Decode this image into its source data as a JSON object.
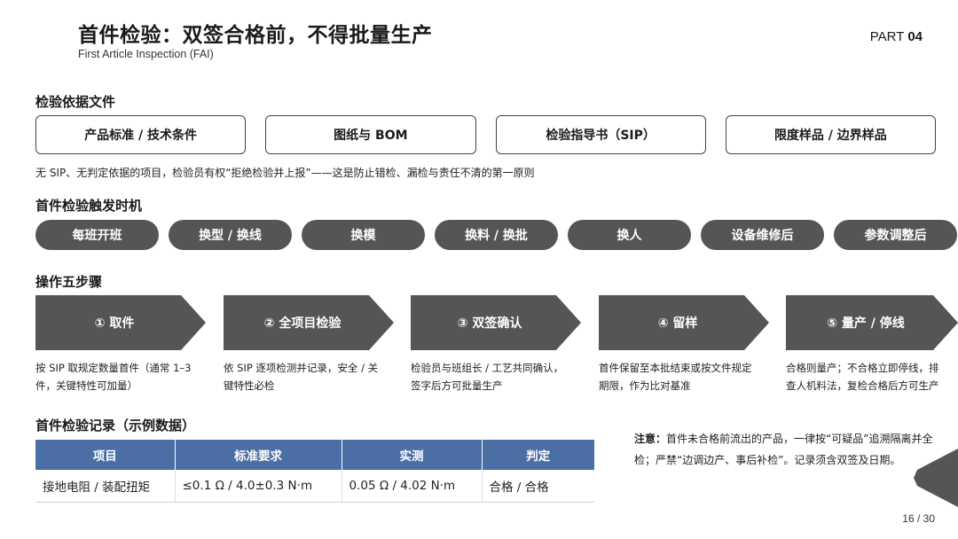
{
  "header": {
    "title": "首件检验：双签合格前，不得批量生产",
    "subtitle": "First Article Inspection (FAI)",
    "part_label": "PART",
    "part_number": "04"
  },
  "basis": {
    "heading": "检验依据文件",
    "docs": [
      "产品标准 / 技术条件",
      "图纸与 BOM",
      "检验指导书（SIP）",
      "限度样品 / 边界样品"
    ],
    "note": "无 SIP、无判定依据的项目，检验员有权“拒绝检验并上报”——这是防止错检、漏检与责任不清的第一原则"
  },
  "triggers": {
    "heading": "首件检验触发时机",
    "items": [
      "每班开班",
      "换型 / 换线",
      "换模",
      "换料 / 换批",
      "换人",
      "设备维修后",
      "参数调整后"
    ]
  },
  "steps": {
    "heading": "操作五步骤",
    "items": [
      {
        "label": "① 取件",
        "desc1": "按 SIP 取规定数量首件（通常 1–3",
        "desc2": "件，关键特性可加量）"
      },
      {
        "label": "② 全项目检验",
        "desc1": "依 SIP 逐项检测并记录，安全 / 关",
        "desc2": "键特性必检"
      },
      {
        "label": "③ 双签确认",
        "desc1": "检验员与班组长 / 工艺共同确认，",
        "desc2": "签字后方可批量生产"
      },
      {
        "label": "④ 留样",
        "desc1": "首件保留至本批结束或按文件规定",
        "desc2": "期限，作为比对基准"
      },
      {
        "label": "⑤ 量产 / 停线",
        "desc1": "合格则量产；不合格立即停线，排",
        "desc2": "查人机料法，复检合格后方可生产"
      }
    ]
  },
  "record": {
    "heading": "首件检验记录（示例数据）",
    "columns": [
      "项目",
      "标准要求",
      "实测",
      "判定"
    ],
    "rows": [
      [
        "接地电阻 / 装配扭矩",
        "≤0.1 Ω / 4.0±0.3 N·m",
        "0.05 Ω / 4.02 N·m",
        "合格 / 合格"
      ]
    ]
  },
  "attention": {
    "label": "注意：",
    "text": "首件未合格前流出的产品，一律按“可疑品”追溯隔离并全检；严禁“边调边产、事后补检”。记录须含双签及日期。"
  },
  "footer": {
    "page": "16 / 30"
  },
  "colors": {
    "dark_fill": "#555555",
    "table_header": "#4b6fa5"
  }
}
